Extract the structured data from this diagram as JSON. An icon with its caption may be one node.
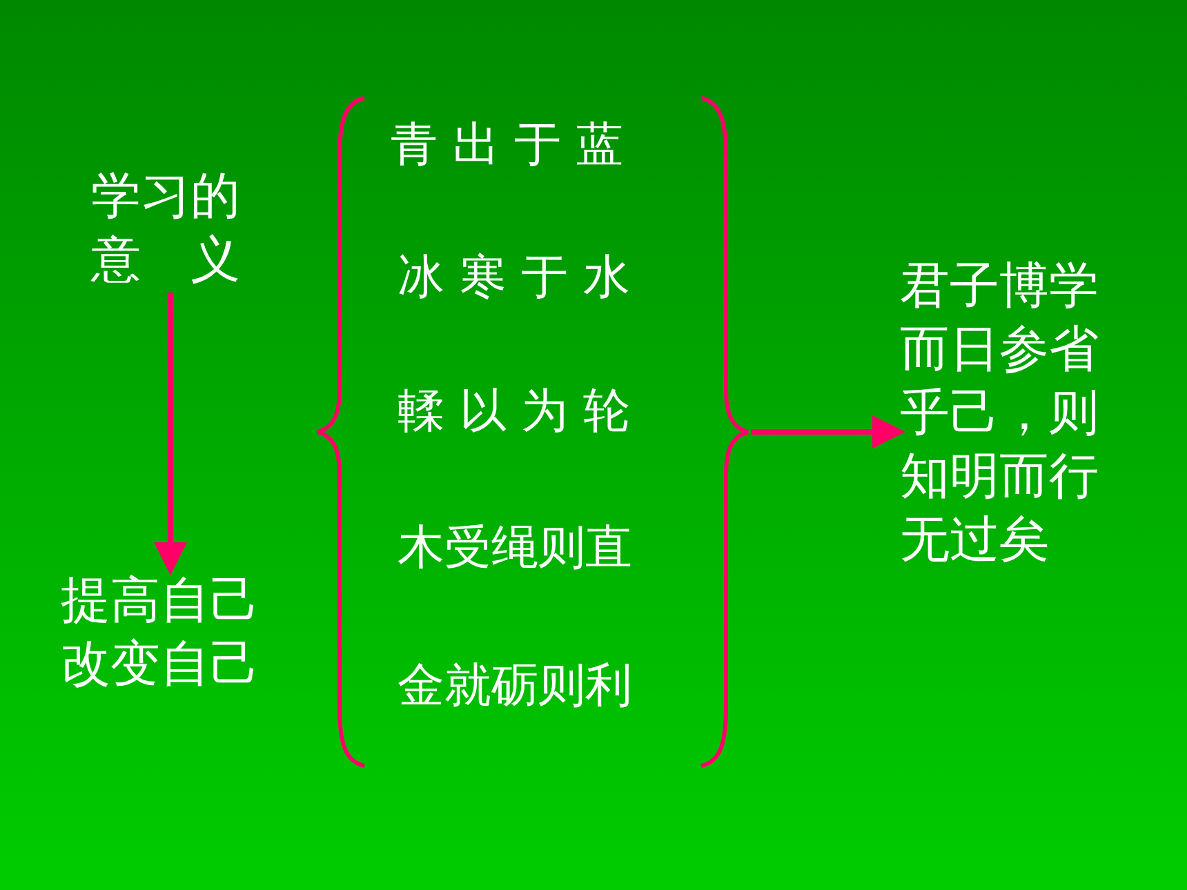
{
  "diagram": {
    "nodes": [
      {
        "text": [
          "学习的意　义"
        ]
      },
      {
        "text": [
          "提高自己改变自己"
        ]
      },
      {
        "text": [
          "青 出 于 蓝",
          "冰 寒 于 水",
          "輮 以 为 轮",
          "木受绳则直",
          "金就砺则利"
        ]
      },
      {
        "text": [
          "君子博学而日参省乎己，则知明而行无过矣"
        ]
      }
    ],
    "edges": [
      {
        "from": 0,
        "to": 1,
        "arrow": "to"
      },
      {
        "from": 2,
        "to": 3,
        "arrow": "to"
      }
    ]
  }
}
